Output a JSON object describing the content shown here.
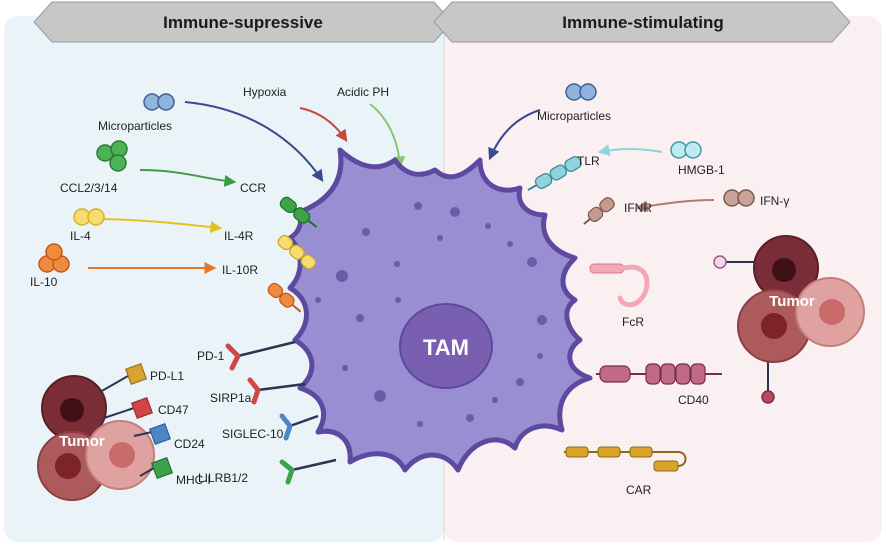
{
  "headers": {
    "left": "Immune-supressive",
    "right": "Immune-stimulating"
  },
  "cell": {
    "label": "TAM"
  },
  "tumors": {
    "left": "Tumor",
    "right": "Tumor"
  },
  "left_labels": {
    "microparticles": "Microparticles",
    "hypoxia": "Hypoxia",
    "acidic_ph": "Acidic PH",
    "ccl": "CCL2/3/14",
    "ccr": "CCR",
    "il4": "IL-4",
    "il4r": "IL-4R",
    "il10": "IL-10",
    "il10r": "IL-10R",
    "pd1": "PD-1",
    "pdl1": "PD-L1",
    "cd47": "CD47",
    "sirp1a": "SIRP1a",
    "cd24": "CD24",
    "siglec10": "SIGLEC-10",
    "mhc1": "MHC-I",
    "lilrb": "LILRB1/2"
  },
  "right_labels": {
    "microparticles": "Microparticles",
    "tlr": "TLR",
    "hmgb1": "HMGB-1",
    "ifnr": "IFNR",
    "ifng": "IFN-γ",
    "fcr": "FcR",
    "cd40": "CD40",
    "car": "CAR"
  },
  "colors": {
    "left_bg": "#eaf4f8",
    "right_bg": "#fbf0f1",
    "tam": "#9a8ed2",
    "tam_edge": "#5b4a9f",
    "nucleus": "#7a5fb0",
    "ccr": "#3da34a",
    "il4": "#efcf55",
    "il10": "#ef7d2b",
    "pd": "#d24545",
    "pdl1": "#d9a233",
    "siglec": "#4d86c8",
    "tlr": "#8fd3dd",
    "ifn": "#b58a7d",
    "fcr": "#f2a8b7",
    "cd40": "#c06a86",
    "car": "#d8a326"
  }
}
